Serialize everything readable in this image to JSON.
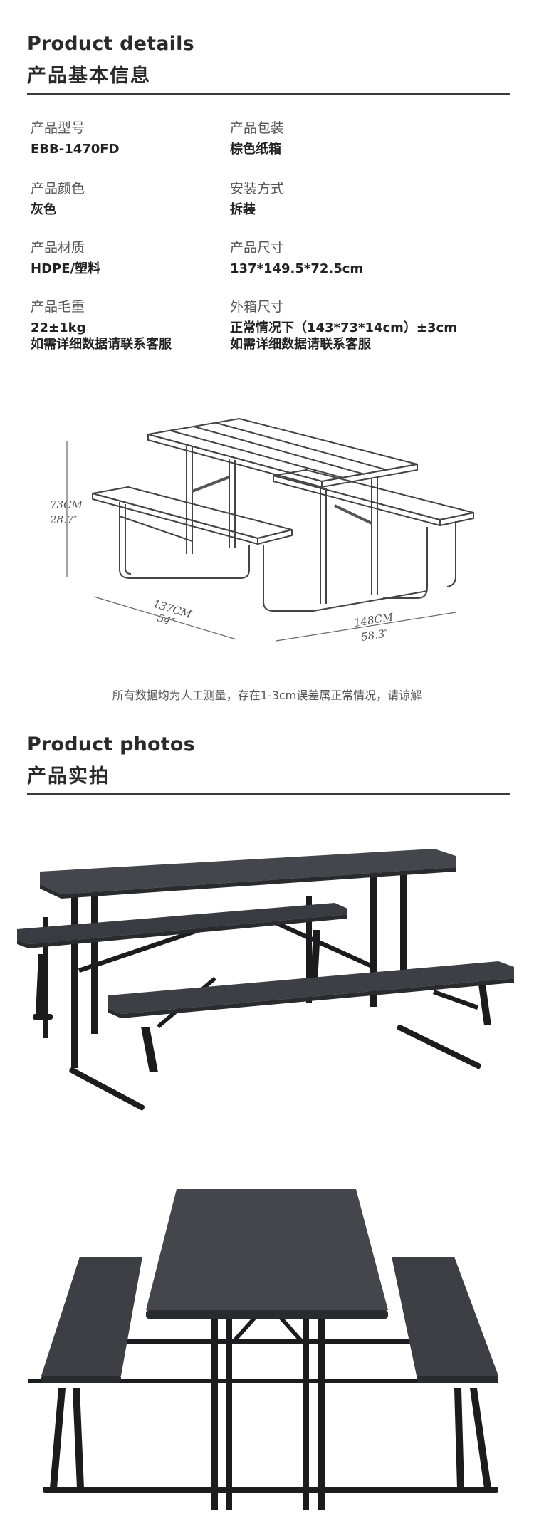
{
  "details": {
    "title_en": "Product details",
    "title_cn": "产品基本信息"
  },
  "specs": [
    {
      "label": "产品型号",
      "value": "EBB-1470FD"
    },
    {
      "label": "产品包装",
      "value": "棕色纸箱"
    },
    {
      "label": "产品颜色",
      "value": "灰色"
    },
    {
      "label": "安装方式",
      "value": "拆装"
    },
    {
      "label": "产品材质",
      "value": "HDPE/塑料"
    },
    {
      "label": "产品尺寸",
      "value": "137*149.5*72.5cm"
    },
    {
      "label": "产品毛重",
      "value": "22±1kg",
      "value2": "如需详细数据请联系客服"
    },
    {
      "label": "外箱尺寸",
      "value": "正常情况下（143*73*14cm）±3cm",
      "value2": "如需详细数据请联系客服"
    }
  ],
  "dimensions": {
    "height_cm": "73CM",
    "height_in": "28.7″",
    "depth_cm": "137CM",
    "depth_in": "54″",
    "width_cm": "148CM",
    "width_in": "58.3″"
  },
  "note": "所有数据均为人工测量，存在1-3cm误差属正常情况，请谅解",
  "photos": {
    "title_en": "Product photos",
    "title_cn": "产品实拍"
  },
  "colors": {
    "table_dark": "#3a3b40",
    "table_top": "#45464c",
    "frame": "#1c1c1f",
    "line": "#3a3a3a"
  }
}
